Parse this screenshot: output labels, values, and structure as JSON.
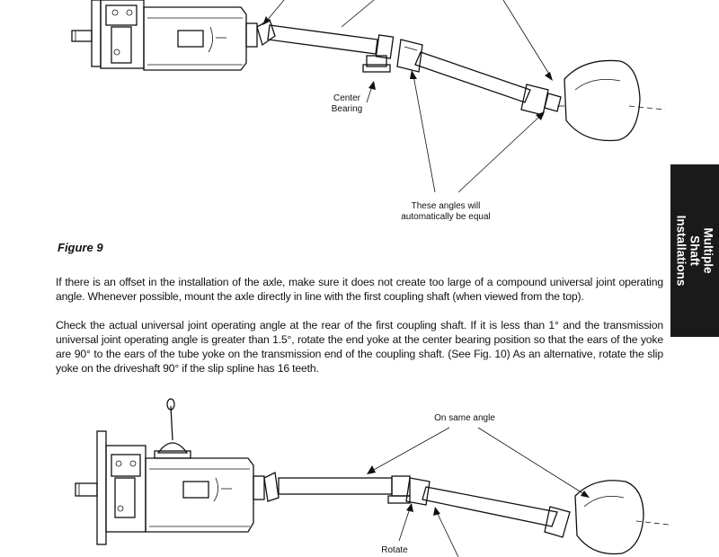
{
  "figure_top": {
    "labels": {
      "center_bearing": "Center\nBearing",
      "equal_angles": "These angles will\nautomatically be equal"
    }
  },
  "figure_caption": "Figure 9",
  "paragraphs": [
    "If there is an offset in the installation of the axle, make sure it does not create too large of a compound universal joint operating angle. Whenever possible, mount the axle directly in line with the first coupling shaft (when viewed from the top).",
    "Check the actual universal joint operating angle at the rear of the first coupling shaft. If it is less than 1° and the transmission universal joint operating angle is greater than 1.5°, rotate the end yoke at the center bearing position so that the ears of the yoke are 90° to the ears of the tube yoke on the transmission end of the coupling shaft. (See Fig. 10)  As an alternative, rotate the slip yoke on the driveshaft 90° if the slip spline has 16 teeth."
  ],
  "figure_bottom": {
    "labels": {
      "same_angle": "On same angle",
      "rotate": "Rotate"
    }
  },
  "side_tab": {
    "text": "Multiple Shaft\nInstallations"
  },
  "colors": {
    "ink": "#111111",
    "tab_background": "#1a1a1a",
    "tab_text": "#ffffff"
  }
}
